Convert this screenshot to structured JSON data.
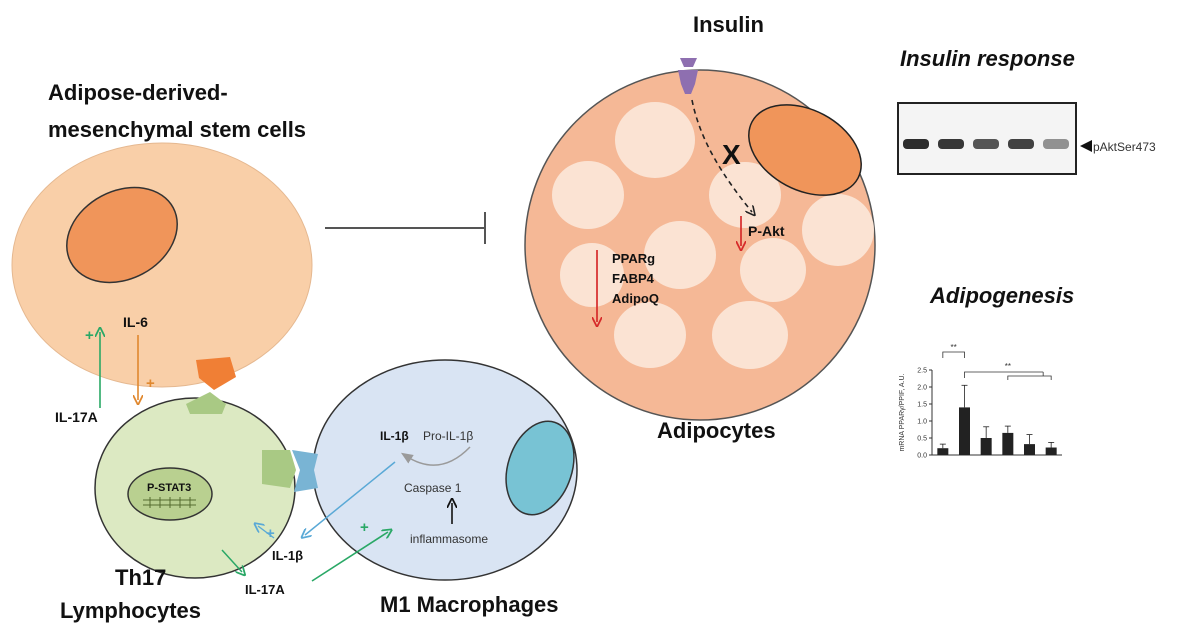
{
  "labels": {
    "stem_cells": [
      "Adipose-derived-",
      "mesenchymal stem cells"
    ],
    "insulin": "Insulin",
    "insulin_response": "Insulin response",
    "adipogenesis": "Adipogenesis",
    "adipocytes": "Adipocytes",
    "th17": [
      "Th17",
      "Lymphocytes"
    ],
    "m1": "M1 Macrophages",
    "il6": "IL-6",
    "il17a_left": "IL-17A",
    "plus_green_left": "+",
    "plus_orange_left": "+",
    "p_stat3": "P-STAT3",
    "il1b_mac": "IL-1β",
    "pro_il1b": "Pro-IL-1β",
    "caspase": "Caspase 1",
    "inflammasome": "inflammasome",
    "il1b_bottom": "IL-1β",
    "il17a_bottom": "IL-17A",
    "plus_blue": "+",
    "plus_green_bottom": "+",
    "p_akt": "P-Akt",
    "genes": [
      "PPARg",
      "FABP4",
      "AdipoQ"
    ],
    "cross": "X"
  },
  "western_blot": {
    "label": "pAktSer473",
    "band_intensity": [
      0.95,
      0.9,
      0.75,
      0.85,
      0.45
    ]
  },
  "chart_data": {
    "type": "bar",
    "ylabel": "mRNA PPARγ/PPIF, A.U.",
    "ylim": [
      0,
      2.5
    ],
    "yticks": [
      "0.0",
      "0.5",
      "1.0",
      "1.5",
      "2.0",
      "2.5"
    ],
    "values": [
      0.2,
      1.4,
      0.5,
      0.65,
      0.32,
      0.22
    ],
    "errors": [
      0.12,
      0.65,
      0.33,
      0.2,
      0.28,
      0.15
    ],
    "significance": [
      "**",
      "**"
    ]
  },
  "colors": {
    "stem_cell": "#f9cfa8",
    "nucleus_orange": "#f0955a",
    "th17": "#dce9c2",
    "macrophage": "#d9e4f3",
    "mac_nucleus": "#78c3d4",
    "adipocyte": "#f5b896",
    "lipid": "#fbe3d3",
    "receptor_green": "#a9c984",
    "receptor_blue": "#79b4d4",
    "insulin_receptor": "#8e6fb0",
    "arrow_red": "#d62a2a",
    "arrow_green": "#2aa866",
    "arrow_orange": "#e0882f",
    "arrow_blue": "#5aa9d6"
  }
}
